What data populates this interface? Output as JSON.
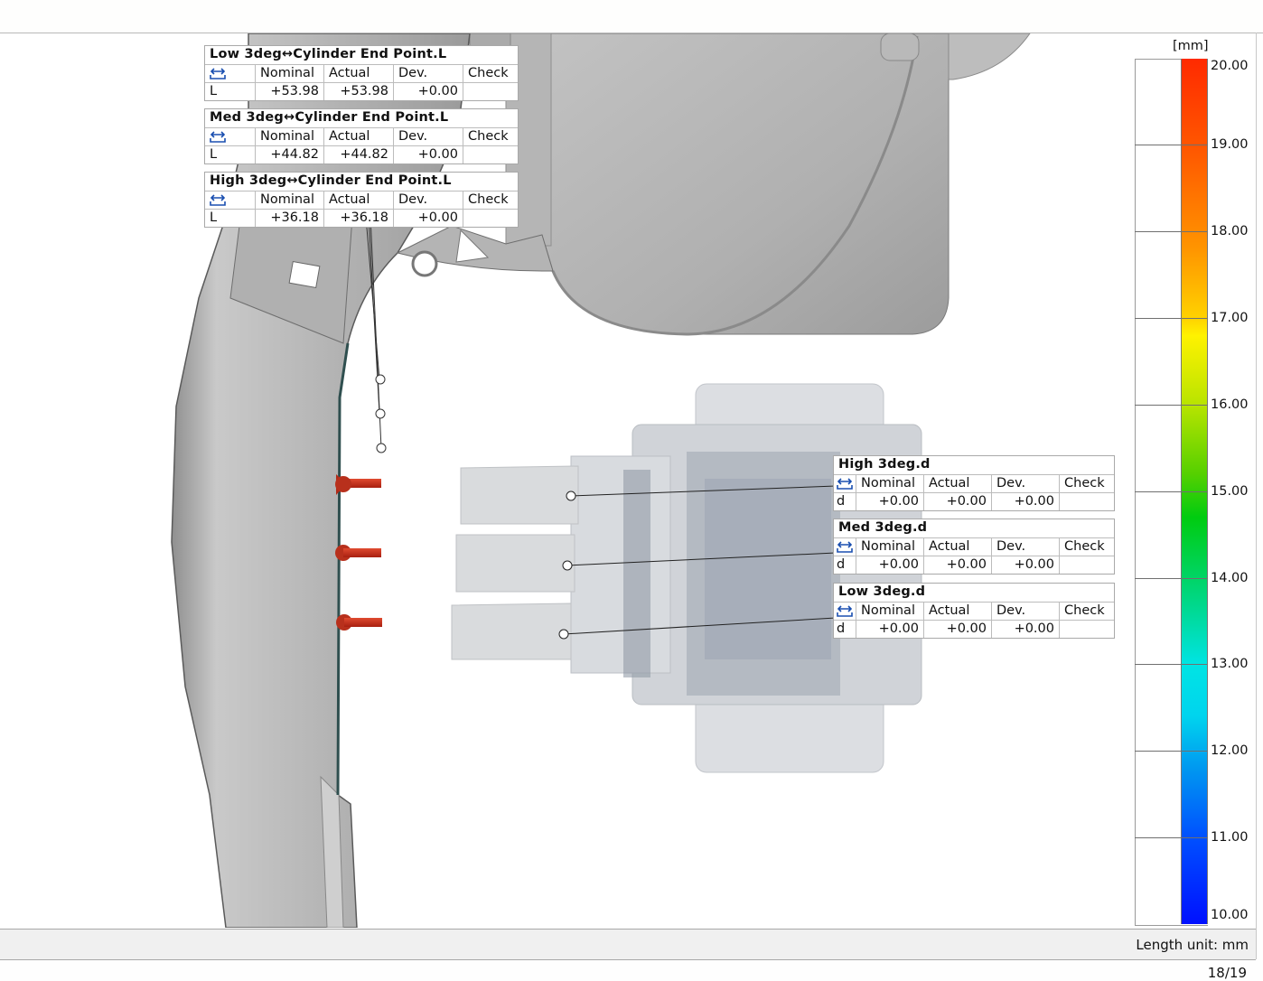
{
  "scene": {
    "description": "3D scan comparison view of brake lever with cylinder parts",
    "leader_point_color": "#ffffff",
    "marker_color": "#c0301e"
  },
  "callouts_cylinder_end": [
    {
      "title": "Low 3deg↔Cylinder End Point.L",
      "headers": [
        "",
        "Nominal",
        "Actual",
        "Dev.",
        "Check"
      ],
      "row": {
        "label": "L",
        "nominal": "+53.98",
        "actual": "+53.98",
        "dev": "+0.00",
        "check": ""
      }
    },
    {
      "title": "Med 3deg↔Cylinder End Point.L",
      "headers": [
        "",
        "Nominal",
        "Actual",
        "Dev.",
        "Check"
      ],
      "row": {
        "label": "L",
        "nominal": "+44.82",
        "actual": "+44.82",
        "dev": "+0.00",
        "check": ""
      }
    },
    {
      "title": "High 3deg↔Cylinder End Point.L",
      "headers": [
        "",
        "Nominal",
        "Actual",
        "Dev.",
        "Check"
      ],
      "row": {
        "label": "L",
        "nominal": "+36.18",
        "actual": "+36.18",
        "dev": "+0.00",
        "check": ""
      }
    }
  ],
  "callouts_diameter": [
    {
      "title": "High 3deg.d",
      "headers": [
        "",
        "Nominal",
        "Actual",
        "Dev.",
        "Check"
      ],
      "row": {
        "label": "d",
        "nominal": "+0.00",
        "actual": "+0.00",
        "dev": "+0.00",
        "check": ""
      }
    },
    {
      "title": "Med 3deg.d",
      "headers": [
        "",
        "Nominal",
        "Actual",
        "Dev.",
        "Check"
      ],
      "row": {
        "label": "d",
        "nominal": "+0.00",
        "actual": "+0.00",
        "dev": "+0.00",
        "check": ""
      }
    },
    {
      "title": "Low 3deg.d",
      "headers": [
        "",
        "Nominal",
        "Actual",
        "Dev.",
        "Check"
      ],
      "row": {
        "label": "d",
        "nominal": "+0.00",
        "actual": "+0.00",
        "dev": "+0.00",
        "check": ""
      }
    }
  ],
  "legend": {
    "unit": "[mm]",
    "labels": [
      "20.00",
      "19.00",
      "18.00",
      "17.00",
      "16.00",
      "15.00",
      "14.00",
      "13.00",
      "12.00",
      "11.00",
      "10.00"
    ],
    "max_color": "#ff2a00",
    "min_color": "#0010ff"
  },
  "status_bar": {
    "length_unit": "Length unit: mm"
  },
  "page_indicator": "18/19"
}
